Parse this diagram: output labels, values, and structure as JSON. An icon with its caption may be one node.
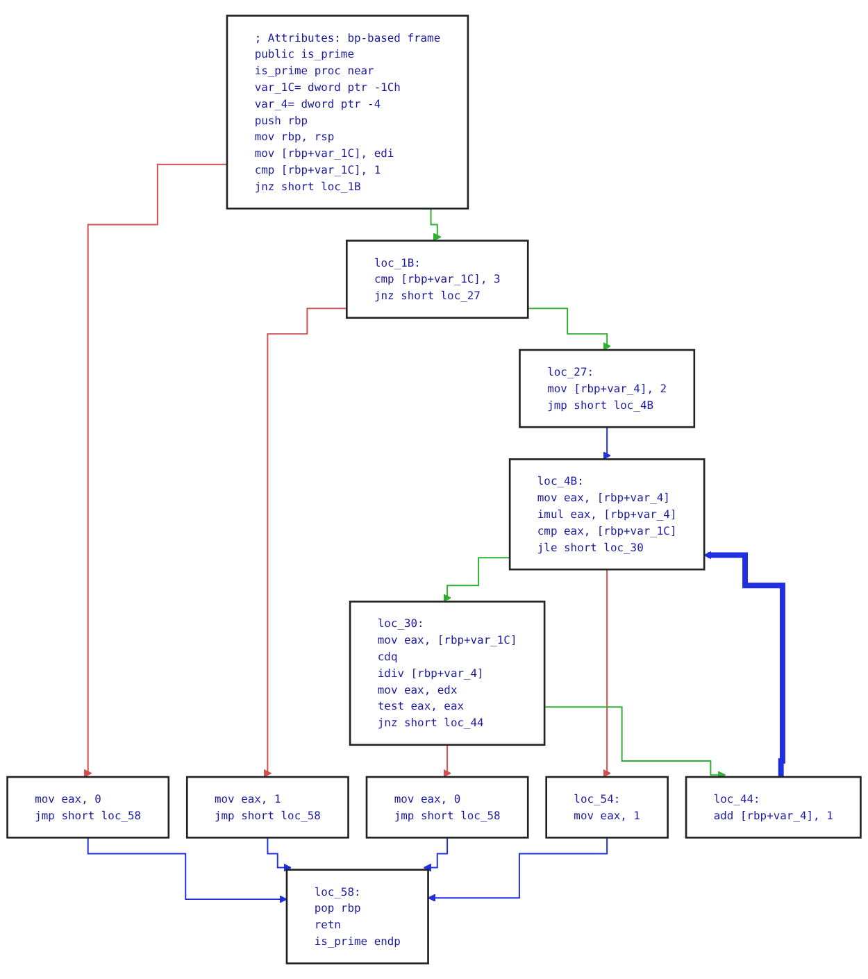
{
  "diagram": {
    "nodes": [
      {
        "text": [
          "; Attributes: bp-based frame",
          "public is_prime",
          "is_prime proc near",
          "var_1C= dword ptr -1Ch",
          "var_4= dword ptr -4",
          "push rbp",
          "mov rbp, rsp",
          "mov [rbp+var_1C], edi",
          "cmp [rbp+var_1C], 1",
          "jnz short loc_1B"
        ]
      },
      {
        "text": [
          "loc_1B:",
          "cmp [rbp+var_1C], 3",
          "jnz short loc_27"
        ]
      },
      {
        "text": [
          "loc_27:",
          "mov [rbp+var_4], 2",
          "jmp short loc_4B"
        ]
      },
      {
        "text": [
          "loc_4B:",
          "mov eax, [rbp+var_4]",
          "imul eax, [rbp+var_4]",
          "cmp eax, [rbp+var_1C]",
          "jle short loc_30"
        ]
      },
      {
        "text": [
          "loc_30:",
          "mov eax, [rbp+var_1C]",
          "cdq",
          "idiv [rbp+var_4]",
          "mov eax, edx",
          "test eax, eax",
          "jnz short loc_44"
        ]
      },
      {
        "text": [
          "mov eax, 0",
          "jmp short loc_58"
        ]
      },
      {
        "text": [
          "mov eax, 1",
          "jmp short loc_58"
        ]
      },
      {
        "text": [
          "mov eax, 0",
          "jmp short loc_58"
        ]
      },
      {
        "text": [
          "loc_54:",
          "mov eax, 1"
        ]
      },
      {
        "text": [
          "loc_44:",
          "add [rbp+var_4], 1"
        ]
      },
      {
        "text": [
          "loc_58:",
          "pop rbp",
          "retn",
          "is_prime endp"
        ]
      }
    ],
    "edges": [
      {
        "from": 0,
        "to": 5,
        "arrow": "to",
        "color": "#d05050"
      },
      {
        "from": 0,
        "to": 1,
        "arrow": "to",
        "color": "#30b030"
      },
      {
        "from": 1,
        "to": 6,
        "arrow": "to",
        "color": "#d05050"
      },
      {
        "from": 1,
        "to": 2,
        "arrow": "to",
        "color": "#30b030"
      },
      {
        "from": 2,
        "to": 3,
        "arrow": "to"
      },
      {
        "from": 3,
        "to": 4,
        "arrow": "to",
        "color": "#30b030"
      },
      {
        "from": 3,
        "to": 8,
        "arrow": "to",
        "color": "#d05050"
      },
      {
        "from": 4,
        "to": 7,
        "arrow": "to",
        "color": "#d05050"
      },
      {
        "from": 4,
        "to": 9,
        "arrow": "to",
        "color": "#30b030"
      },
      {
        "from": 9,
        "to": 3,
        "arrow": "to",
        "style": "thick"
      },
      {
        "from": 5,
        "to": 10,
        "arrow": "to"
      },
      {
        "from": 6,
        "to": 10,
        "arrow": "to"
      },
      {
        "from": 7,
        "to": 10,
        "arrow": "to"
      },
      {
        "from": 8,
        "to": 10,
        "arrow": "to"
      }
    ]
  }
}
